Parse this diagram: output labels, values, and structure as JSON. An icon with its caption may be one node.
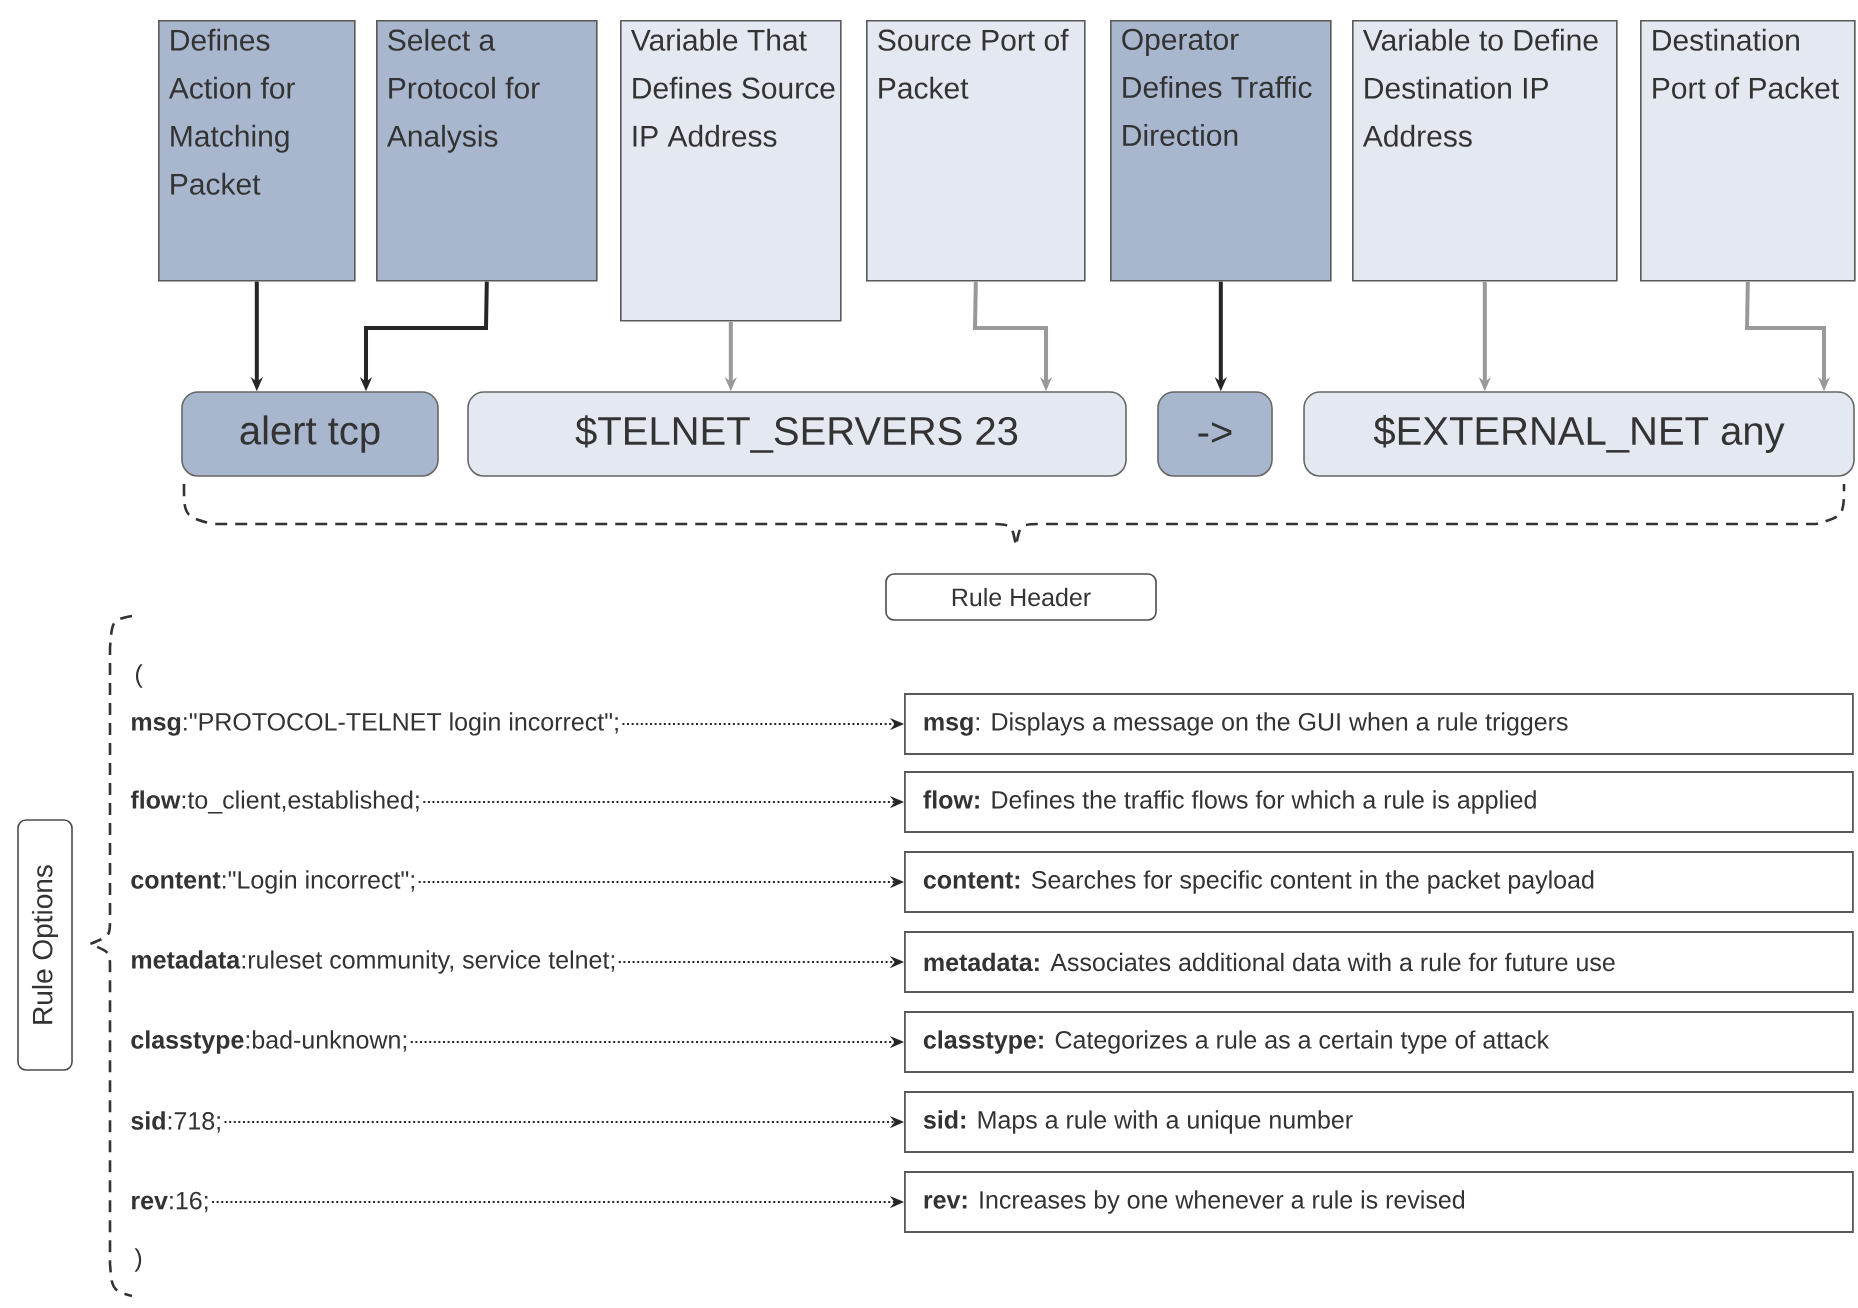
{
  "diagram": {
    "nodes": [
      {
        "text": [
          "Defines Action for Matching Packet"
        ]
      },
      {
        "text": [
          "Select a Protocol for Analysis"
        ]
      },
      {
        "text": [
          "Variable That Defines Source IP Address"
        ]
      },
      {
        "text": [
          "Source Port of Packet"
        ]
      },
      {
        "text": [
          "Operator Defines Traffic Direction"
        ]
      },
      {
        "text": [
          "Variable to Define Destination IP Address"
        ]
      },
      {
        "text": [
          "Destination Port of Packet"
        ]
      },
      {
        "text": [
          "alert tcp"
        ]
      },
      {
        "text": [
          "$TELNET_SERVERS 23"
        ]
      },
      {
        "text": [
          "->"
        ]
      },
      {
        "text": [
          "$EXTERNAL_NET any"
        ]
      },
      {
        "text": [
          "Rule Header"
        ]
      },
      {
        "text": [
          "Rule Options"
        ]
      },
      {
        "text": [
          "**msg**:\"PROTOCOL-TELNET login incorrect\";"
        ]
      },
      {
        "text": [
          "**flow**:to_client,established;"
        ]
      },
      {
        "text": [
          "**content**:\"Login incorrect\";"
        ]
      },
      {
        "text": [
          "**metadata**:ruleset community, service telnet;"
        ]
      },
      {
        "text": [
          "**classtype**:bad-unknown;"
        ]
      },
      {
        "text": [
          "**sid**:718;"
        ]
      },
      {
        "text": [
          "**rev**:16;"
        ]
      },
      {
        "text": [
          "**msg**: Displays a message on the GUI when a rule triggers"
        ]
      },
      {
        "text": [
          "**flow:** Defines the traffic flows for which a rule is applied"
        ]
      },
      {
        "text": [
          "**content:** Searches for specific content in the packet payload"
        ]
      },
      {
        "text": [
          "**metadata:** Associates additional data with a rule for future use"
        ]
      },
      {
        "text": [
          "**classtype:** Categorizes a rule as a certain type of attack"
        ]
      },
      {
        "text": [
          "**sid:** Maps a rule with a unique number"
        ]
      },
      {
        "text": [
          "**rev:** Increases by one whenever a rule is revised"
        ]
      }
    ],
    "edges": [
      {
        "from": 0,
        "to": 7,
        "arrow": "to"
      },
      {
        "from": 1,
        "to": 7,
        "arrow": "to"
      },
      {
        "from": 2,
        "to": 8,
        "arrow": "to",
        "color": "#999999"
      },
      {
        "from": 3,
        "to": 8,
        "arrow": "to",
        "color": "#999999"
      },
      {
        "from": 4,
        "to": 9,
        "arrow": "to"
      },
      {
        "from": 5,
        "to": 10,
        "arrow": "to",
        "color": "#999999"
      },
      {
        "from": 6,
        "to": 10,
        "arrow": "to",
        "color": "#999999"
      },
      {
        "from": 13,
        "to": 20,
        "arrow": "to",
        "style": "dashed"
      },
      {
        "from": 14,
        "to": 21,
        "arrow": "to",
        "style": "dashed"
      },
      {
        "from": 15,
        "to": 22,
        "arrow": "to",
        "style": "dashed"
      },
      {
        "from": 16,
        "to": 23,
        "arrow": "to",
        "style": "dashed"
      },
      {
        "from": 17,
        "to": 24,
        "arrow": "to",
        "style": "dashed"
      },
      {
        "from": 18,
        "to": 25,
        "arrow": "to",
        "style": "dashed"
      },
      {
        "from": 19,
        "to": 26,
        "arrow": "to",
        "style": "dashed"
      }
    ],
    "labels": [
      "(",
      ")"
    ]
  }
}
